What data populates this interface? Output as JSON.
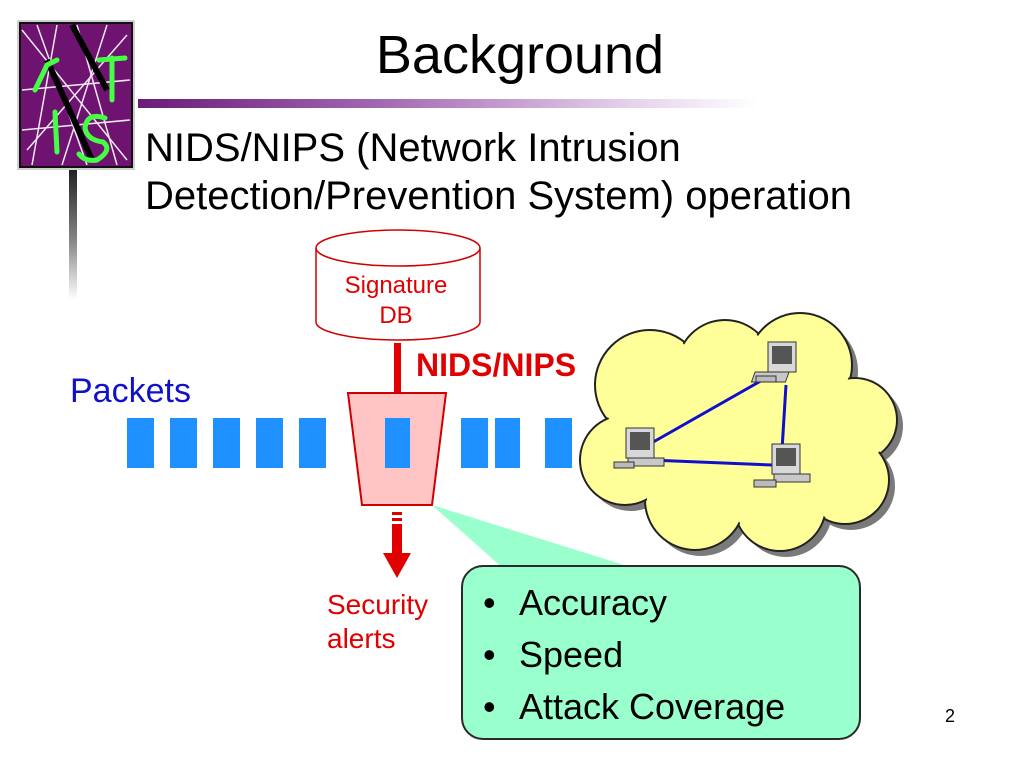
{
  "slide": {
    "title": "Background",
    "subtitle_line1": "NIDS/NIPS (Network Intrusion",
    "subtitle_line2": "Detection/Prevention System) operation",
    "page_number": "2"
  },
  "diagram": {
    "database_label_line1": "Signature",
    "database_label_line2": "DB",
    "nids_label": "NIDS/NIPS",
    "packets_label": "Packets",
    "alerts_label_line1": "Security",
    "alerts_label_line2": "alerts",
    "features": [
      "Accuracy",
      "Speed",
      "Attack Coverage"
    ]
  },
  "colors": {
    "packet_blue": "#1e90ff",
    "alert_red": "#e00000",
    "label_blue": "#1111cc",
    "filter_pink": "#ffc4c4",
    "cloud_yellow": "#ffff99",
    "feature_box_mint": "#99ffcc",
    "title_rule_purple": "#6a1b78"
  },
  "icons": [
    "logo-emblem-icon",
    "computer-icon",
    "database-cylinder-icon",
    "down-arrow-icon"
  ]
}
